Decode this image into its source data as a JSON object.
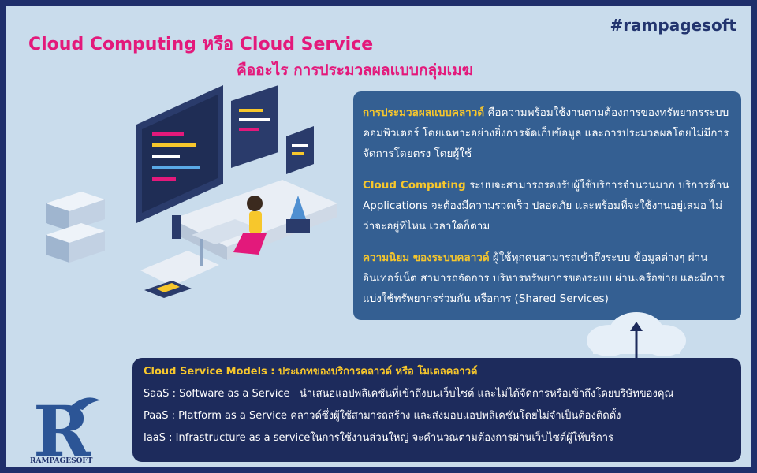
{
  "header": {
    "hashtag": "#rampagesoft",
    "title_line1": "Cloud Computing หรือ Cloud Service",
    "title_line2": "คืออะไร การประมวลผลแบบกลุ่มเมฆ"
  },
  "main_panel": {
    "para1_highlight": "การประมวลผลแบบคลาวด์",
    "para1_text": " คือความพร้อมใช้งานตามต้องการของทรัพยากรระบบคอมพิวเตอร์ โดยเฉพาะอย่างยิ่งการจัดเก็บข้อมูล และการประมวลผลโดยไม่มีการจัดการโดยตรง โดยผู้ใช้",
    "para2_highlight": "Cloud Computing",
    "para2_text": " ระบบจะสามารถรองรับผู้ใช้บริการจำนวนมาก บริการด้าน Applications จะต้องมีความรวดเร็ว ปลอดภัย และพร้อมที่จะใช้งานอยู่เสมอ ไม่ว่าจะอยู่ที่ไหน เวลาใดก็ตาม",
    "para3_highlight": "ความนิยม ของระบบคลาวด์",
    "para3_text": " ผู้ใช้ทุกคนสามารถเข้าถึงระบบ ข้อมูลต่างๆ ผ่านอินเทอร์เน็ต สามารถจัดการ บริหารทรัพยากรของระบบ ผ่านเครือข่าย และมีการแบ่งใช้ทรัพยากรร่วมกัน หรือการ (Shared Services)"
  },
  "models_panel": {
    "title": "Cloud Service Models : ประเภทของบริการคลาวด์  หรือ โมเดลคลาวด์",
    "items": [
      {
        "label": "SaaS : Software as a Service",
        "desc": "นำเสนอแอปพลิเคชันที่เข้าถึงบนเว็บไซต์ และไม่ได้จัดการหรือเข้าถึงโดยบริษัทของคุณ"
      },
      {
        "label": "PaaS : Platform as a Service",
        "desc": "คลาวด์ซึ่งผู้ใช้สามารถสร้าง และส่งมอบแอปพลิเคชันโดยไม่จำเป็นต้องติดตั้ง"
      },
      {
        "label": "IaaS : Infrastructure as a service",
        "desc": "ในการใช้งานส่วนใหญ่ จะคำนวณตามต้องการผ่านเว็บไซต์ผู้ให้บริการ"
      }
    ]
  },
  "logo": {
    "letter": "R",
    "text": "RAMPAGESOFT"
  },
  "colors": {
    "background": "#c9dcec",
    "frame": "#1f2f6b",
    "title": "#e3197b",
    "highlight": "#f7c72c",
    "panel_main": "#345f92",
    "panel_models": "#1d2b5c"
  }
}
